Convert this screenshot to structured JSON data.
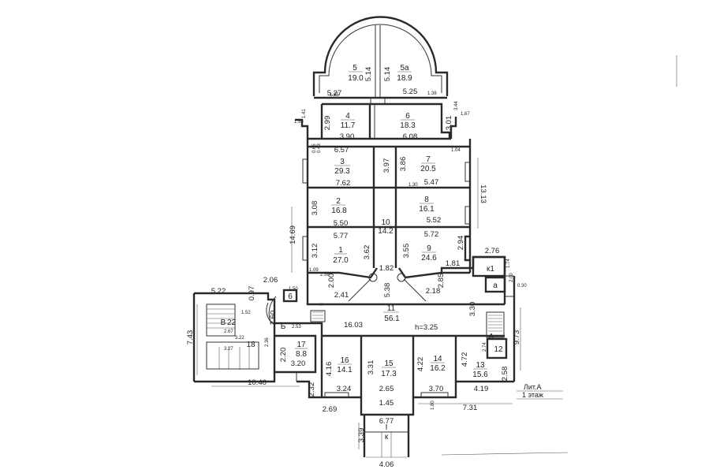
{
  "plan": {
    "stamp": {
      "lit": "Лит.А",
      "floor": "1 этаж"
    },
    "rooms": [
      {
        "id": "r5",
        "num": "5",
        "area": "19.0"
      },
      {
        "id": "r5a",
        "num": "5а",
        "area": "18.9"
      },
      {
        "id": "r4",
        "num": "4",
        "area": "11.7"
      },
      {
        "id": "r6",
        "num": "6",
        "area": "18.3"
      },
      {
        "id": "r3",
        "num": "3",
        "area": "29.3"
      },
      {
        "id": "r7",
        "num": "7",
        "area": "20.5"
      },
      {
        "id": "r2",
        "num": "2",
        "area": "16.8"
      },
      {
        "id": "r8",
        "num": "8",
        "area": "16.1"
      },
      {
        "id": "r10",
        "num": "10",
        "area": "14.2"
      },
      {
        "id": "r1",
        "num": "1",
        "area": "27.0"
      },
      {
        "id": "r9",
        "num": "9",
        "area": "24.6"
      },
      {
        "id": "r11",
        "num": "11",
        "area": "56.1"
      },
      {
        "id": "r17",
        "num": "17",
        "area": "8.8"
      },
      {
        "id": "r16",
        "num": "16",
        "area": "14.1"
      },
      {
        "id": "r15",
        "num": "15",
        "area": "17.3"
      },
      {
        "id": "r14",
        "num": "14",
        "area": "16.2"
      },
      {
        "id": "r13",
        "num": "13",
        "area": "15.6"
      }
    ],
    "labels": {
      "V": "В",
      "n22": "22",
      "n18": "18",
      "B": "Б",
      "n6": "6",
      "k1": "к1",
      "a": "а",
      "A": "А",
      "n12": "12",
      "I": "I",
      "k": "к",
      "h325": "h=3.25"
    },
    "dims": {
      "d527": "5.27",
      "d525": "5.25",
      "d514a": "5.14",
      "d514b": "5.14",
      "d299": "2.99",
      "d301": "3.01",
      "d390": "3.90",
      "d608": "6.08",
      "d657": "6.57",
      "d397": "3.97",
      "d386": "3.86",
      "d762": "7.62",
      "d547": "5.47",
      "d1313": "13.13",
      "d308": "3.08",
      "d550": "5.50",
      "d552": "5.52",
      "d1469": "14.69",
      "d577": "5.77",
      "d572": "5.72",
      "d294": "2.94",
      "d312": "3.12",
      "d362": "3.62",
      "d355": "3.55",
      "d276": "2.76",
      "d181": "1.81",
      "d182": "1.82",
      "d538": "5.38",
      "d200": "2.00",
      "d285": "2.85",
      "d241": "2.41",
      "d218": "2.18",
      "d330": "3.30",
      "d522": "5.22",
      "d097": "0.97",
      "d206": "2.06",
      "d260": "2.60",
      "d743": "7.43",
      "d1603": "16.03",
      "d973": "9.73",
      "d220": "2.20",
      "d320": "3.20",
      "d416": "4.16",
      "d331": "3.31",
      "d422": "4.22",
      "d472": "4.72",
      "d258": "2.58",
      "d1040": "10.40",
      "d324": "3.24",
      "d265": "2.65",
      "d370": "3.70",
      "d419": "4.19",
      "d232": "2.32",
      "d269": "2.69",
      "d145": "1.45",
      "d731": "7.31",
      "d677": "6.77",
      "d339": "3.39",
      "d406": "4.06"
    },
    "small_dims": {
      "s185": "1.85",
      "s138": "1.38",
      "s159": "1.59",
      "s141": "1.41",
      "s167": "1.67",
      "s344": "3.44",
      "s104": "1.04",
      "s065": "0.65",
      "s043": "0.43",
      "s109": "1.09",
      "s256": "2.56",
      "s130": "1.30",
      "s253": "2.53",
      "s267": "2.67",
      "s152": "1.52",
      "s322": "3.22",
      "s327": "3.27",
      "s236": "2.36",
      "s274": "2.74",
      "s150": "1.50",
      "s180": "1.80",
      "s174": "1.74",
      "s200": "2.00",
      "s030": "0.30"
    }
  }
}
